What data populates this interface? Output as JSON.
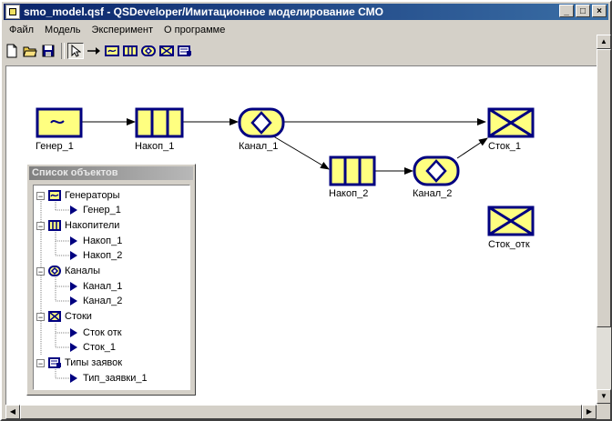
{
  "window": {
    "title": "smo_model.qsf - QSDeveloper/Имитационное моделирование СМО"
  },
  "menu": [
    "Файл",
    "Модель",
    "Эксперимент",
    "О программе"
  ],
  "toolbar": {
    "icons": [
      "new-file-icon",
      "open-folder-icon",
      "save-icon",
      "pointer-icon",
      "arrow-connector-icon",
      "generator-tool-icon",
      "accumulator-tool-icon",
      "channel-tool-icon",
      "sink-tool-icon",
      "request-type-tool-icon"
    ]
  },
  "nodes": {
    "gen1": "Генер_1",
    "nakop1": "Накоп_1",
    "kanal1": "Канал_1",
    "nakop2": "Накоп_2",
    "kanal2": "Канал_2",
    "stok1": "Сток_1",
    "stokotk": "Сток_отк"
  },
  "panel": {
    "title": "Список объектов",
    "groups": [
      {
        "label": "Генераторы",
        "children": [
          "Генер_1"
        ]
      },
      {
        "label": "Накопители",
        "children": [
          "Накоп_1",
          "Накоп_2"
        ]
      },
      {
        "label": "Каналы",
        "children": [
          "Канал_1",
          "Канал_2"
        ]
      },
      {
        "label": "Стоки",
        "children": [
          "Сток отк",
          "Сток_1"
        ]
      },
      {
        "label": "Типы заявок",
        "children": [
          "Тип_заявки_1"
        ]
      }
    ]
  },
  "colors": {
    "node_fill": "#ffff80",
    "node_stroke": "#000080",
    "title_active": "#0a246a",
    "title_inactive": "#808080"
  }
}
